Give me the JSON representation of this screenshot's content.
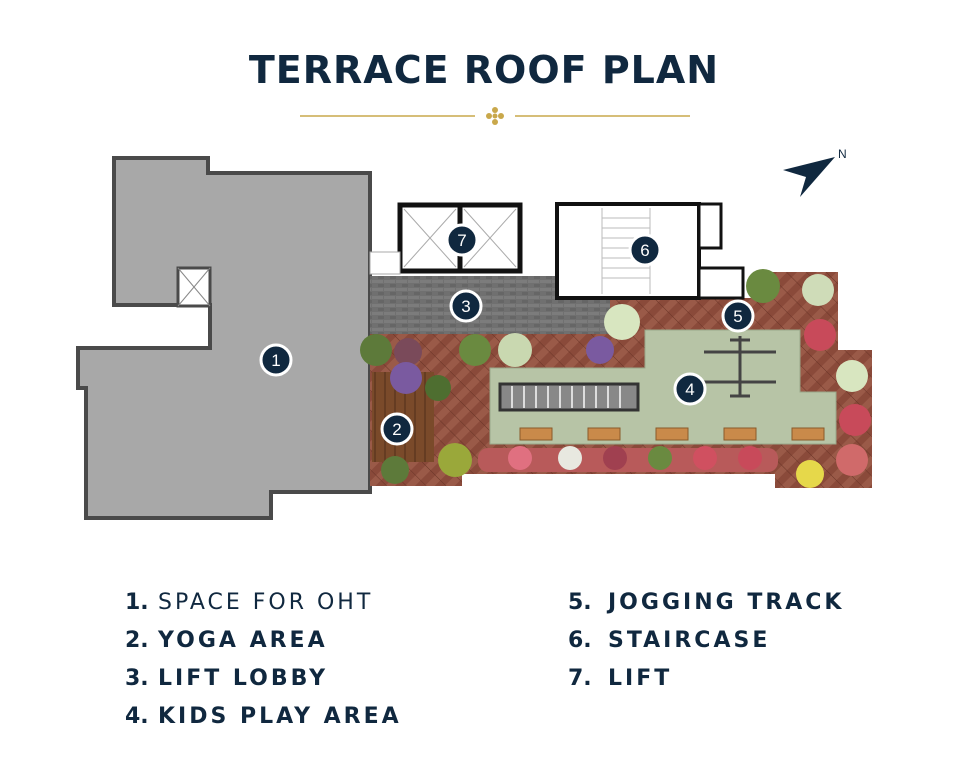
{
  "title": "TERRACE ROOF PLAN",
  "compass": {
    "letter": "N"
  },
  "markers": [
    "1",
    "2",
    "3",
    "4",
    "5",
    "6",
    "7"
  ],
  "legend_left": [
    {
      "num": "1.",
      "label": "SPACE FOR OHT"
    },
    {
      "num": "2.",
      "label": "YOGA AREA"
    },
    {
      "num": "3.",
      "label": "LIFT LOBBY"
    },
    {
      "num": "4.",
      "label": "KIDS PLAY AREA"
    }
  ],
  "legend_right": [
    {
      "num": "5.",
      "label": "JOGGING TRACK"
    },
    {
      "num": "6.",
      "label": "STAIRCASE"
    },
    {
      "num": "7.",
      "label": "LIFT"
    }
  ],
  "colors": {
    "navy": "#10283f",
    "gold": "#c9a84b",
    "concrete": "#a9a9a9",
    "brick": "#8a4a3a",
    "lawn": "#b7c4a6",
    "deck": "#7a4a2a",
    "lobby": "#6e6e6e"
  }
}
